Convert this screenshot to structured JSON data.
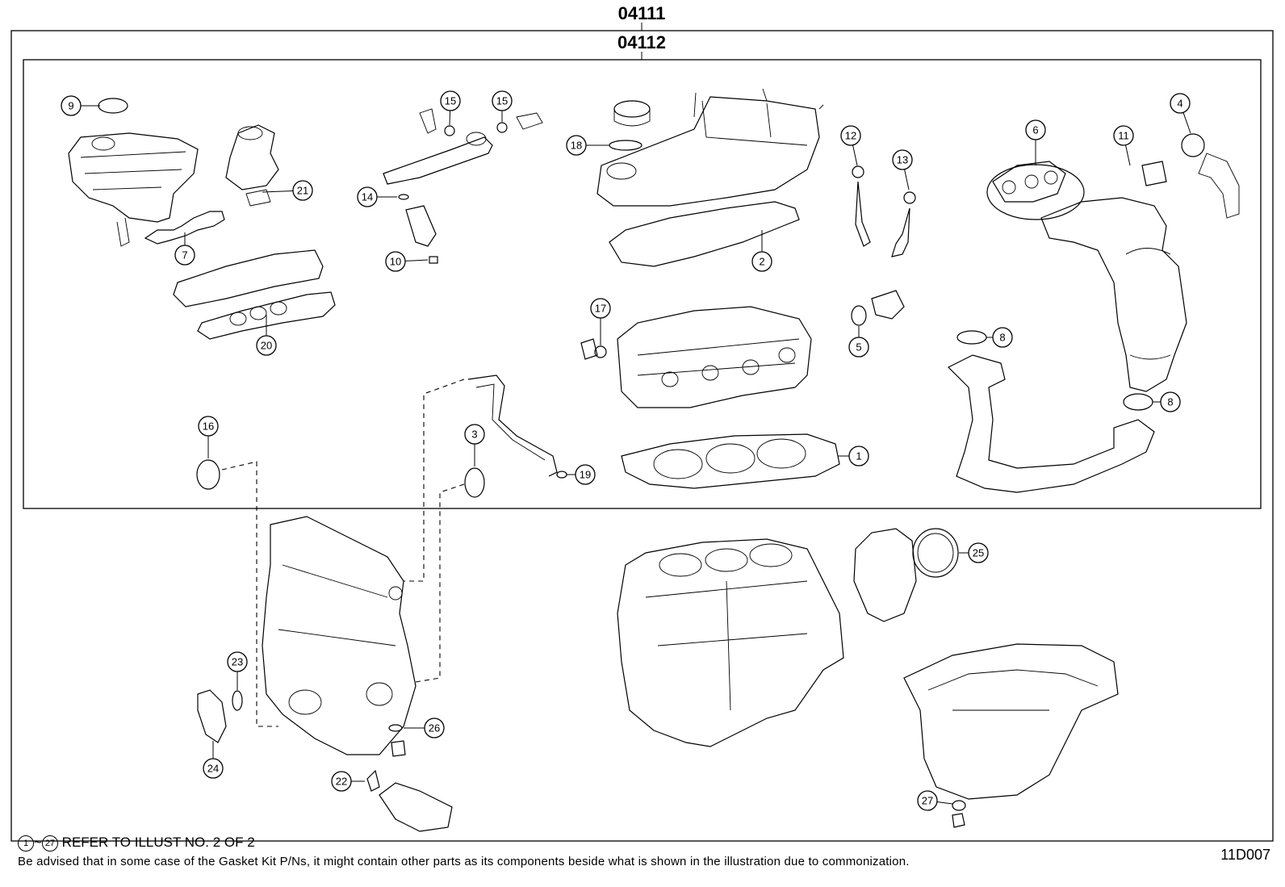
{
  "header": {
    "assembly_outer": "04111",
    "assembly_inner": "04112"
  },
  "callouts": [
    {
      "id": "c9",
      "label": "9"
    },
    {
      "id": "c7",
      "label": "7"
    },
    {
      "id": "c20",
      "label": "20"
    },
    {
      "id": "c21",
      "label": "21"
    },
    {
      "id": "c15a",
      "label": "15"
    },
    {
      "id": "c15b",
      "label": "15"
    },
    {
      "id": "c14",
      "label": "14"
    },
    {
      "id": "c10",
      "label": "10"
    },
    {
      "id": "c18",
      "label": "18"
    },
    {
      "id": "c2",
      "label": "2"
    },
    {
      "id": "c12",
      "label": "12"
    },
    {
      "id": "c13",
      "label": "13"
    },
    {
      "id": "c6",
      "label": "6"
    },
    {
      "id": "c11",
      "label": "11"
    },
    {
      "id": "c4",
      "label": "4"
    },
    {
      "id": "c17",
      "label": "17"
    },
    {
      "id": "c5",
      "label": "5"
    },
    {
      "id": "c8a",
      "label": "8"
    },
    {
      "id": "c8b",
      "label": "8"
    },
    {
      "id": "c16",
      "label": "16"
    },
    {
      "id": "c3",
      "label": "3"
    },
    {
      "id": "c19",
      "label": "19"
    },
    {
      "id": "c1",
      "label": "1"
    },
    {
      "id": "c25",
      "label": "25"
    },
    {
      "id": "c23",
      "label": "23"
    },
    {
      "id": "c26",
      "label": "26"
    },
    {
      "id": "c24",
      "label": "24"
    },
    {
      "id": "c22",
      "label": "22"
    },
    {
      "id": "c27",
      "label": "27"
    }
  ],
  "notes": {
    "range_start": "1",
    "range_sep": "~",
    "range_end": "27",
    "refer_text": "REFER TO ILLUST NO. 2 OF 2",
    "advisory": "Be advised that in some case of the Gasket Kit P/Ns,  it might contain other parts as its components beside what is shown in the illustration due to commonization."
  },
  "illustration_code": "11D007"
}
